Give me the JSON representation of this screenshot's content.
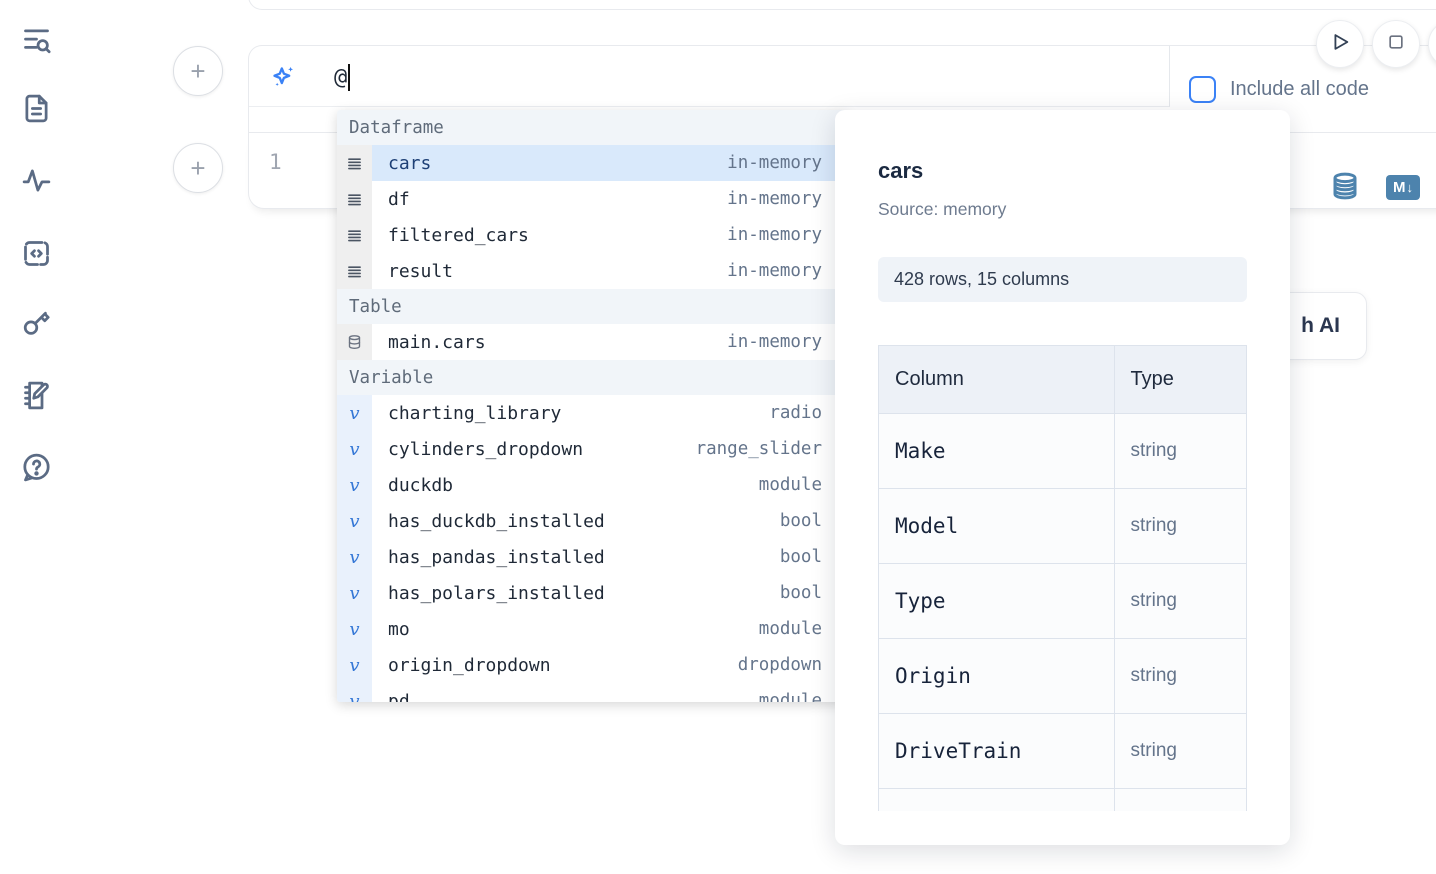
{
  "sidebar": {
    "items": [
      {
        "icon": "toc-search-icon"
      },
      {
        "icon": "file-document-icon"
      },
      {
        "icon": "activity-pulse-icon"
      },
      {
        "icon": "code-snippet-icon"
      },
      {
        "icon": "key-icon"
      },
      {
        "icon": "scratchpad-notebook-icon"
      },
      {
        "icon": "help-chat-icon"
      }
    ]
  },
  "prompt": {
    "value": "@",
    "icon": "ai-sparkles-icon",
    "include_all_code_label": "Include all code",
    "checkbox_checked": false
  },
  "run_controls": {
    "play_icon": "play-icon",
    "stop_icon": "stop-icon"
  },
  "cell": {
    "line_number": "1",
    "tools": [
      {
        "icon": "database-icon"
      },
      {
        "icon": "markdown-convert-icon",
        "text": "M"
      }
    ]
  },
  "autocomplete": {
    "groups": [
      {
        "label": "Dataframe",
        "kind": "dataframe",
        "items": [
          {
            "name": "cars",
            "type": "in-memory",
            "selected": true
          },
          {
            "name": "df",
            "type": "in-memory"
          },
          {
            "name": "filtered_cars",
            "type": "in-memory"
          },
          {
            "name": "result",
            "type": "in-memory"
          }
        ]
      },
      {
        "label": "Table",
        "kind": "table",
        "items": [
          {
            "name": "main.cars",
            "type": "in-memory"
          }
        ]
      },
      {
        "label": "Variable",
        "kind": "variable",
        "items": [
          {
            "name": "charting_library",
            "type": "radio"
          },
          {
            "name": "cylinders_dropdown",
            "type": "range_slider"
          },
          {
            "name": "duckdb",
            "type": "module"
          },
          {
            "name": "has_duckdb_installed",
            "type": "bool"
          },
          {
            "name": "has_pandas_installed",
            "type": "bool"
          },
          {
            "name": "has_polars_installed",
            "type": "bool"
          },
          {
            "name": "mo",
            "type": "module"
          },
          {
            "name": "origin_dropdown",
            "type": "dropdown"
          },
          {
            "name": "pd",
            "type": "module"
          }
        ]
      }
    ]
  },
  "preview": {
    "title": "cars",
    "source": "Source: memory",
    "shape": "428 rows, 15 columns",
    "table": {
      "headers": [
        "Column",
        "Type"
      ],
      "rows": [
        [
          "Make",
          "string"
        ],
        [
          "Model",
          "string"
        ],
        [
          "Type",
          "string"
        ],
        [
          "Origin",
          "string"
        ],
        [
          "DriveTrain",
          "string"
        ],
        [
          "",
          ""
        ]
      ]
    }
  },
  "ai_button": {
    "clipped_label": "h AI"
  },
  "colors": {
    "accent_blue": "#3b82f6",
    "steel_blue": "#4d83ad",
    "selected_row_bg": "#d9e9fb",
    "selected_row_text": "#1e4076",
    "muted_text": "#64748b",
    "border": "#e8eaee"
  }
}
